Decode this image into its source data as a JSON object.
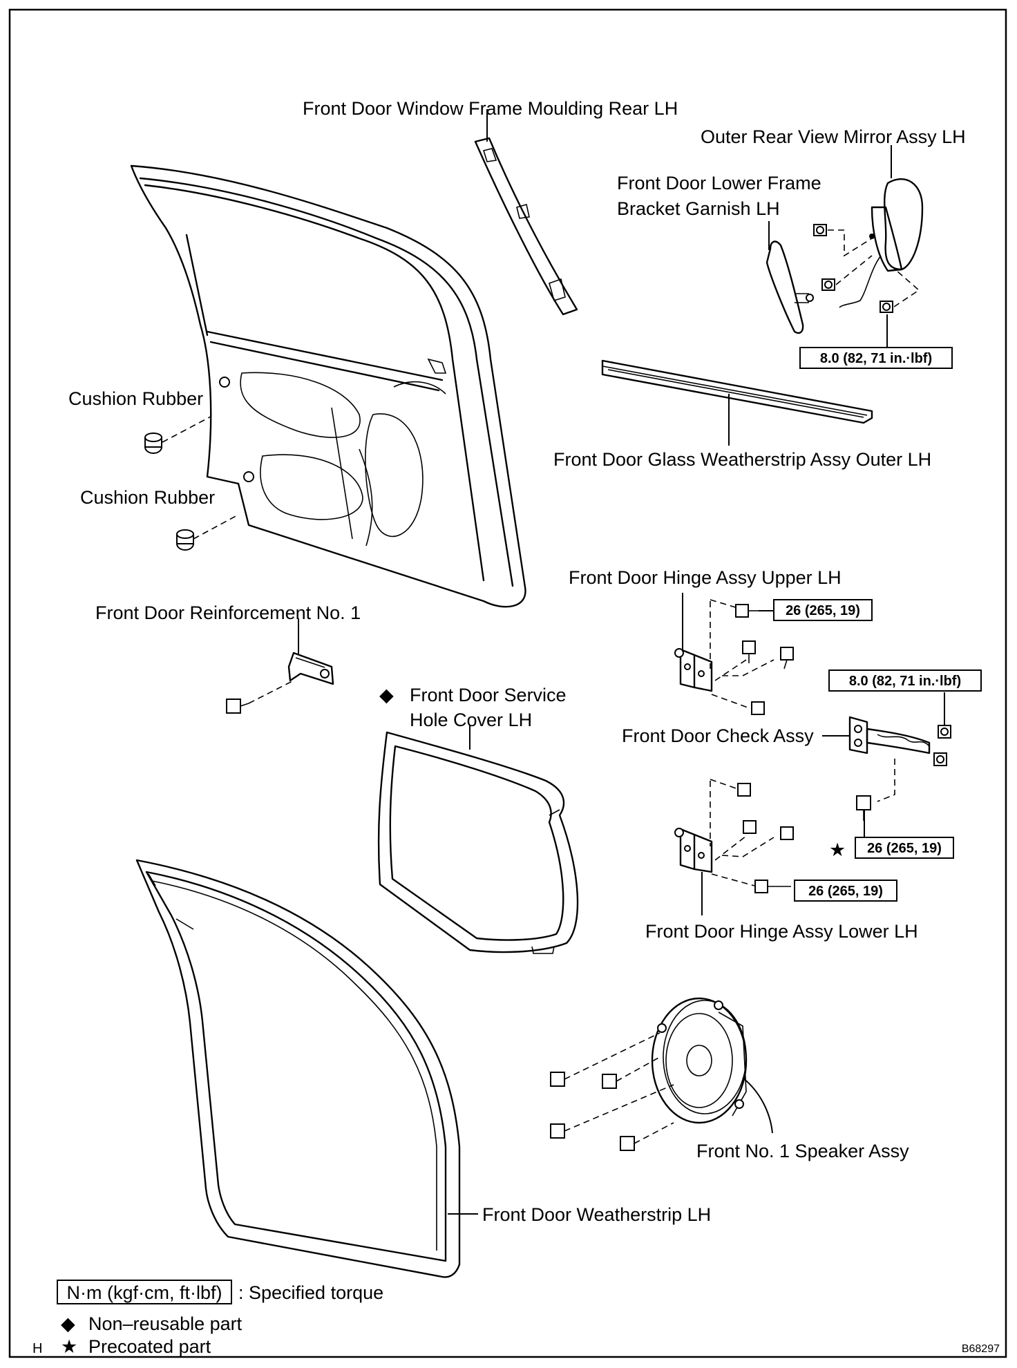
{
  "labels": {
    "moulding": "Front Door Window Frame Moulding Rear LH",
    "mirror": "Outer Rear View Mirror Assy LH",
    "garnish_1": "Front Door Lower Frame",
    "garnish_2": "Bracket Garnish LH",
    "cushion_upper": "Cushion Rubber",
    "cushion_lower": "Cushion Rubber",
    "weatherstrip_outer": "Front Door Glass Weatherstrip Assy Outer LH",
    "hinge_upper": "Front Door Hinge Assy Upper LH",
    "reinforcement": "Front Door Reinforcement No. 1",
    "service_cover_1": "Front Door Service",
    "service_cover_2": "Hole Cover LH",
    "check_assy": "Front Door Check Assy",
    "hinge_lower": "Front Door Hinge Assy Lower LH",
    "speaker": "Front No. 1 Speaker Assy",
    "weatherstrip": "Front Door Weatherstrip LH"
  },
  "torques": {
    "mirror": "8.0 (82, 71 in.·lbf)",
    "hinge_upper": "26 (265, 19)",
    "check": "8.0 (82, 71 in.·lbf)",
    "check_body": "26 (265, 19)",
    "hinge_lower": "26 (265, 19)"
  },
  "symbols": {
    "diamond": "◆",
    "star": "★"
  },
  "legend": {
    "torque_unit": "N·m (kgf·cm, ft·lbf)",
    "torque_text": ": Specified torque",
    "nonreusable": "Non–reusable part",
    "precoated": "Precoated part",
    "margin_mark": "H"
  },
  "figure_code": "B68297",
  "icons": [
    "diamond-icon",
    "star-icon",
    "bolt-icon",
    "nut-icon"
  ]
}
